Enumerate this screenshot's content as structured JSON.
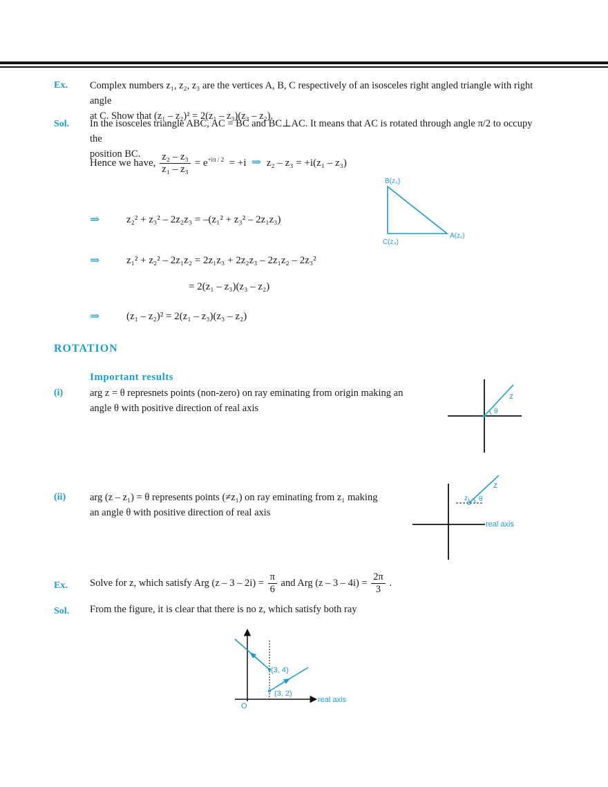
{
  "ex1": {
    "tag": "Ex.",
    "line1": "Complex numbers z₁, z₂, z₃ are the vertices A, B, C respectively of an isosceles right angled triangle with right angle",
    "line2": "at C. Show that (z₁ – z₂)² = 2(z₁ – z₃)(z₃ – z₂)."
  },
  "sol1": {
    "tag": "Sol.",
    "line1": "In the isosceles triangle ABC, AC = BC and BC⊥AC. It means that AC is rotated through angle  π/2 to occupy the",
    "line2": "position BC.",
    "hence": "Hence we have,",
    "frac_num": "z₂ – z₃",
    "frac_den": "z₁ – z₃",
    "eq_rhs": "= e",
    "exp": "+iπ / 2",
    "eq_i": "= +i",
    "implies": "⇒",
    "result1": "z₂ – z₃ = +i(z₁ – z₃)",
    "step1": "z₂² + z₃² – 2z₂z₃ = –(z₁² + z₃² – 2z₁z₃)",
    "step2": "z₁² + z₂² – 2z₁z₂ = 2z₁z₃ + 2z₂z₃ – 2z₁z₂ – 2z₃²",
    "step3": "= 2(z₁ – z₃)(z₃ – z₂)",
    "step4": "(z₁ – z₂)² = 2(z₁ – z₃)(z₃ – z₂)"
  },
  "triangle": {
    "B": "B(z₂)",
    "C": "C(z₃)",
    "A": "A(z₁)"
  },
  "rotation": {
    "heading": "ROTATION",
    "subheading": "Important results",
    "i_tag": "(i)",
    "i_line1": "arg z = θ represnets points (non-zero) on ray eminating from origin making an",
    "i_line2": "angle θ with positive direction of real axis",
    "fig1_z": "z",
    "fig1_theta": "θ",
    "ii_tag": "(ii)",
    "ii_line1": "arg (z – z₁) = θ represents points (≠z₁) on ray eminating from z₁ making",
    "ii_line2": "an angle θ with positive   direction of real axis",
    "fig2_z": "z",
    "fig2_z1": "z₁",
    "fig2_theta": "θ",
    "fig2_axis": "real axis"
  },
  "ex2": {
    "tag": "Ex.",
    "text_a": "Solve for z, which satisfy Arg (z – 3 – 2i) =",
    "frac1_num": "π",
    "frac1_den": "6",
    "text_b": "and Arg (z – 3 – 4i) =",
    "frac2_num": "2π",
    "frac2_den": "3",
    "text_c": "."
  },
  "sol2": {
    "tag": "Sol.",
    "line1": "From the figure, it is clear that there is no z, which satisfy both ray",
    "fig_p1": "(3, 4)",
    "fig_p2": "(3, 2)",
    "fig_axis": "real axis",
    "fig_origin": "O"
  },
  "colors": {
    "accent": "#1f9bd1",
    "text": "#1a1a1a"
  }
}
